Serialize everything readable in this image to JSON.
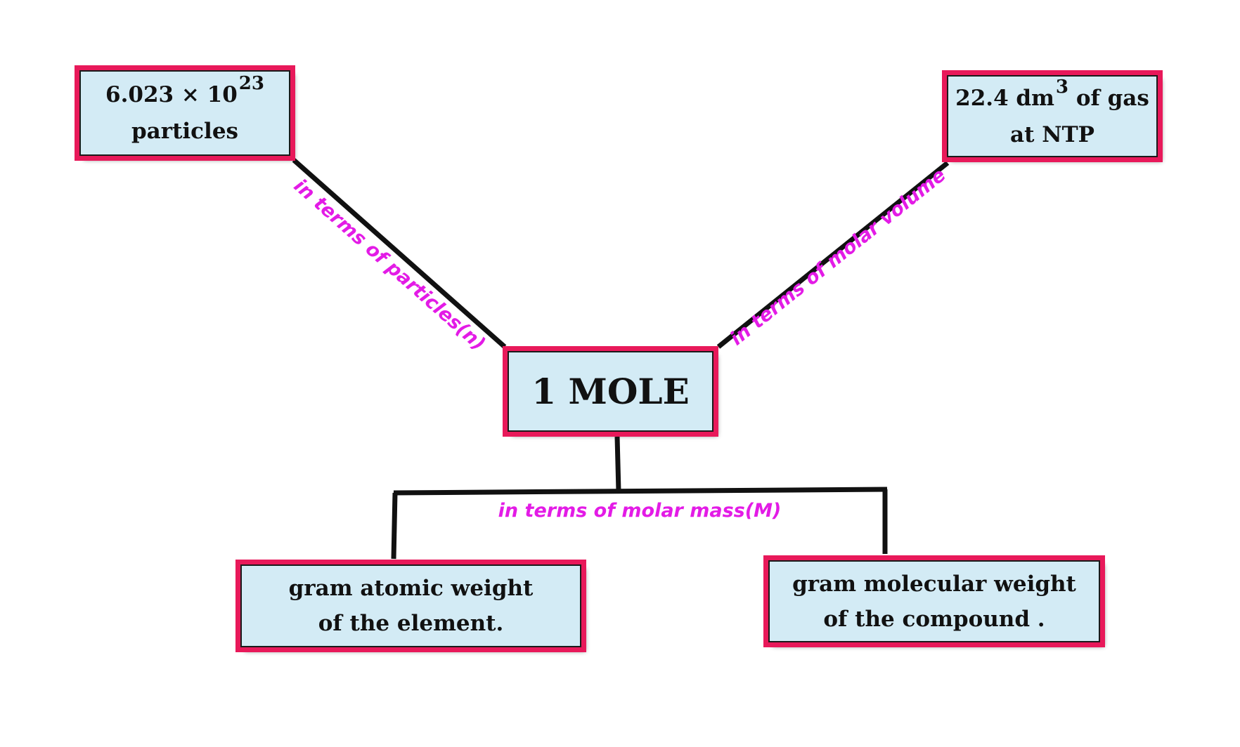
{
  "diagram": {
    "center": {
      "label": "1 MOLE"
    },
    "particles": {
      "line1_prefix": "6.023 × 10",
      "line1_sup": "23",
      "line2": "particles"
    },
    "volume": {
      "line1_prefix": "22.4 dm",
      "line1_sup": "3",
      "line1_suffix": "of gas",
      "line2": "at NTP"
    },
    "atomic": {
      "line1": "gram atomic weight",
      "line2": "of the element."
    },
    "molecular": {
      "line1": "gram molecular weight",
      "line2": "of the compound ."
    },
    "labels": {
      "particles": "in terms of particles(n)",
      "volume": "in terms of molar volume",
      "mass": "in terms of molar mass(M)"
    }
  },
  "colors": {
    "box_fill": "#d3ebf5",
    "box_outline": "#e8195a",
    "label": "#e31be6",
    "line": "#111111"
  }
}
